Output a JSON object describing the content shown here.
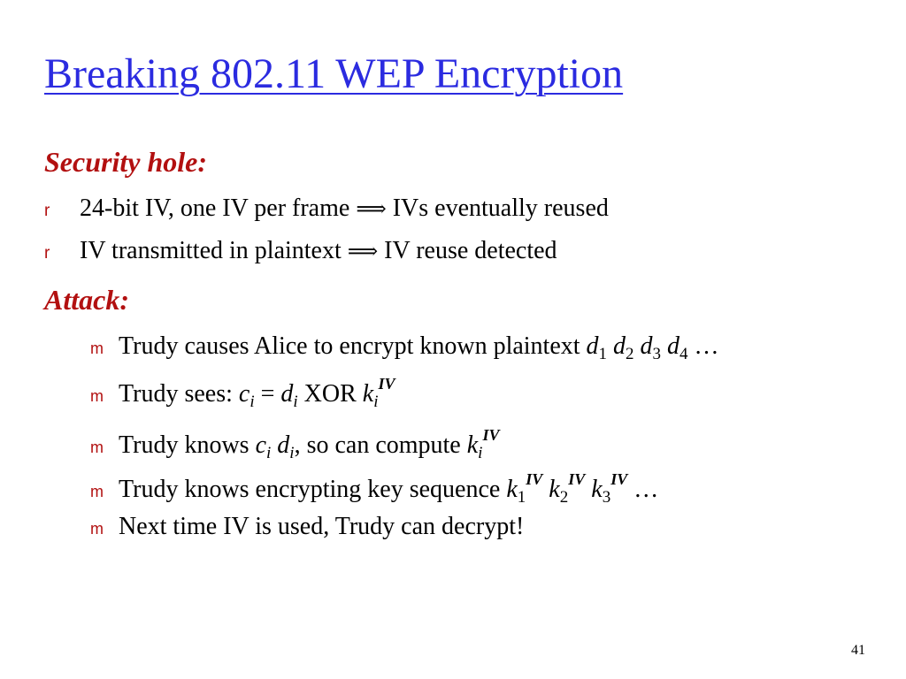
{
  "slide": {
    "title": "Breaking 802.11 WEP Encryption",
    "page_number": "41"
  },
  "sections": {
    "security": {
      "heading": "Security hole:",
      "marker": "r",
      "items": [
        {
          "before": "24-bit IV, one IV per frame ",
          "arrow": "⟹",
          "after": " IVs eventually reused"
        },
        {
          "before": "IV transmitted in plaintext ",
          "arrow": "⟹",
          "after": " IV reuse detected"
        }
      ]
    },
    "attack": {
      "heading": "Attack:",
      "marker": "m",
      "item1": {
        "text": "Trudy causes Alice to encrypt known plaintext ",
        "d": "d",
        "s1": "1",
        "s2": "2",
        "s3": "3",
        "s4": "4",
        "ellipsis": " …"
      },
      "item2": {
        "text": "Trudy sees: ",
        "c": "c",
        "i": "i",
        "eq": " = ",
        "d": "d",
        "xor": " XOR  ",
        "k": "k",
        "iv": "IV"
      },
      "item3": {
        "text": "Trudy knows ",
        "c": "c",
        "i": "i",
        "d": "d",
        "mid": ", so can compute  ",
        "k": "k",
        "iv": "IV"
      },
      "item4": {
        "text": "Trudy knows encrypting key sequence ",
        "k": "k",
        "s1": "1",
        "s2": "2",
        "s3": "3",
        "iv": "IV",
        "ellipsis": " …"
      },
      "item5": {
        "text": "Next time IV is used, Trudy can decrypt!"
      }
    }
  }
}
